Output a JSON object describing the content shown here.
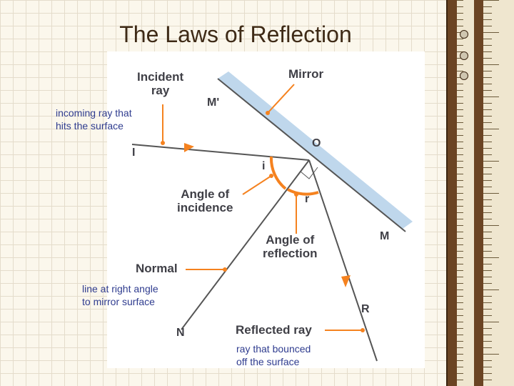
{
  "title": "The Laws of Reflection",
  "diagram": {
    "labels": {
      "incident_ray": "Incident\nray",
      "mirror": "Mirror",
      "angle_incidence": "Angle of\nincidence",
      "angle_reflection": "Angle of\nreflection",
      "normal": "Normal",
      "reflected_ray": "Reflected ray"
    },
    "letters": {
      "m_prime": "M'",
      "o": "O",
      "i_point": "I",
      "i_angle": "i",
      "r_angle": "r",
      "m": "M",
      "r_point": "R",
      "n": "N"
    }
  },
  "notes": {
    "incoming": "incoming ray that\nhits the surface",
    "normal_note": "line at right angle\nto mirror surface",
    "reflected_note": "ray that bounced\noff the surface"
  },
  "colors": {
    "accent": "#f5821f",
    "line": "#555555",
    "mirror": "#b8d3ea",
    "note_text": "#2f3c8f",
    "title_text": "#3e2a16"
  }
}
